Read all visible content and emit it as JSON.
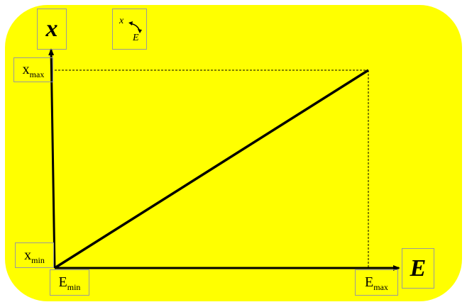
{
  "diagram": {
    "y_axis_title": "x",
    "x_axis_title": "E",
    "ymax_label": {
      "base": "x",
      "sub": "max"
    },
    "ymin_label": {
      "base": "x",
      "sub": "min"
    },
    "xmin_label": {
      "base": "E",
      "sub": "min"
    },
    "xmax_label": {
      "base": "E",
      "sub": "max"
    },
    "icon": {
      "top": "x",
      "bottom": "E",
      "name": "reciprocal-arrow-icon"
    },
    "colors": {
      "background": "#ffff00",
      "line": "#000000",
      "box_border": "#9a9a9a"
    }
  }
}
